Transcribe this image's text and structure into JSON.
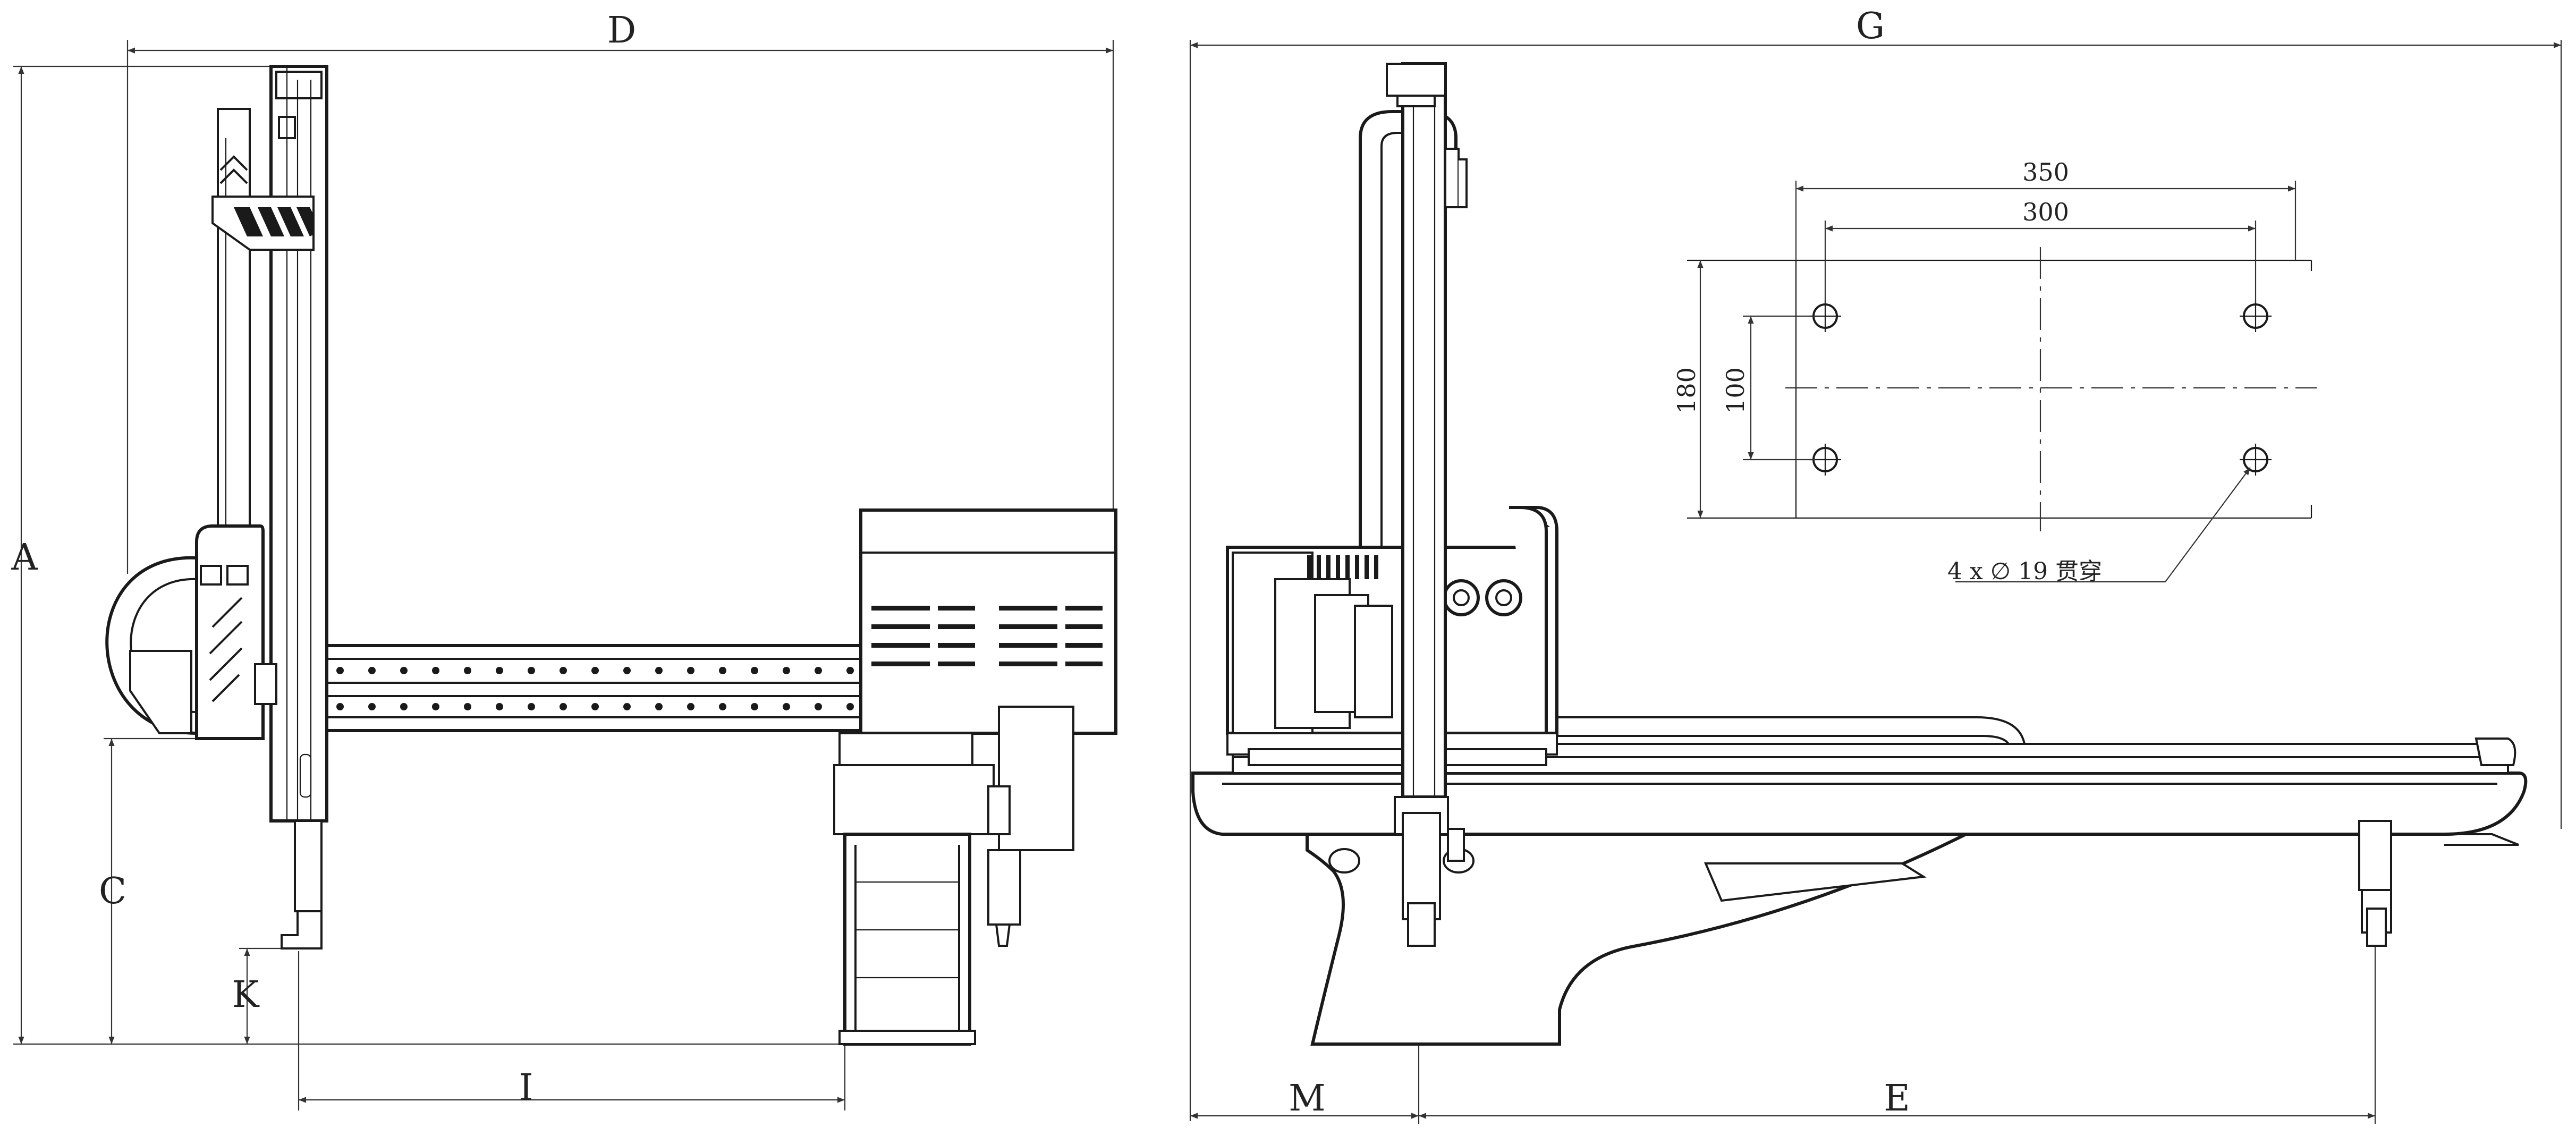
{
  "left_view": {
    "labels": {
      "A": "A",
      "C": "C",
      "D": "D",
      "I": "I",
      "K": "K"
    }
  },
  "right_view": {
    "labels": {
      "G": "G",
      "E": "E",
      "M": "M"
    }
  },
  "mount_detail": {
    "dim_350": "350",
    "dim_300": "300",
    "dim_180": "180",
    "dim_100": "100",
    "hole_note": "4 x ∅ 19 贯穿"
  }
}
